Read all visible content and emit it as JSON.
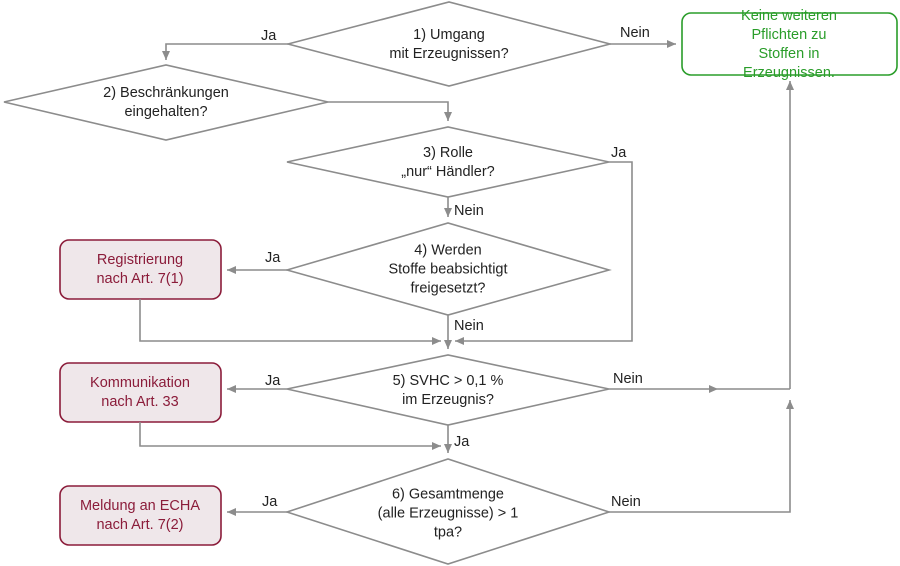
{
  "nodes": {
    "q1": "1) Umgang\nmit Erzeugnissen?",
    "q2": "2) Beschränkungen\neingehalten?",
    "q3": "3) Rolle\n„nur“ Händler?",
    "q4": "4) Werden\nStoffe beabsichtigt\nfreigesetzt?",
    "q5": "5) SVHC > 0,1 %\nim Erzeugnis?",
    "q6": "6) Gesamtmenge\n(alle Erzeugnisse) > 1\ntpa?",
    "box_registrierung": "Registrierung\nnach Art. 7(1)",
    "box_kommunikation": "Kommunikation\nnach Art. 33",
    "box_meldung": "Meldung an ECHA\nnach Art. 7(2)",
    "box_keine": "Keine weiteren Pflichten zu\nStoffen in Erzeugnissen."
  },
  "edge_labels": {
    "q1_ja": "Ja",
    "q1_nein": "Nein",
    "q3_ja": "Ja",
    "q3_nein": "Nein",
    "q4_ja": "Ja",
    "q4_nein": "Nein",
    "q5_ja_left": "Ja",
    "q5_nein": "Nein",
    "q5_ja_down": "Ja",
    "q6_ja": "Ja",
    "q6_nein": "Nein"
  },
  "colors": {
    "line": "#8c8c8c",
    "obligation_fill": "#efe7ea",
    "obligation_border": "#8b1c3a",
    "done_border": "#2a9d2a"
  }
}
